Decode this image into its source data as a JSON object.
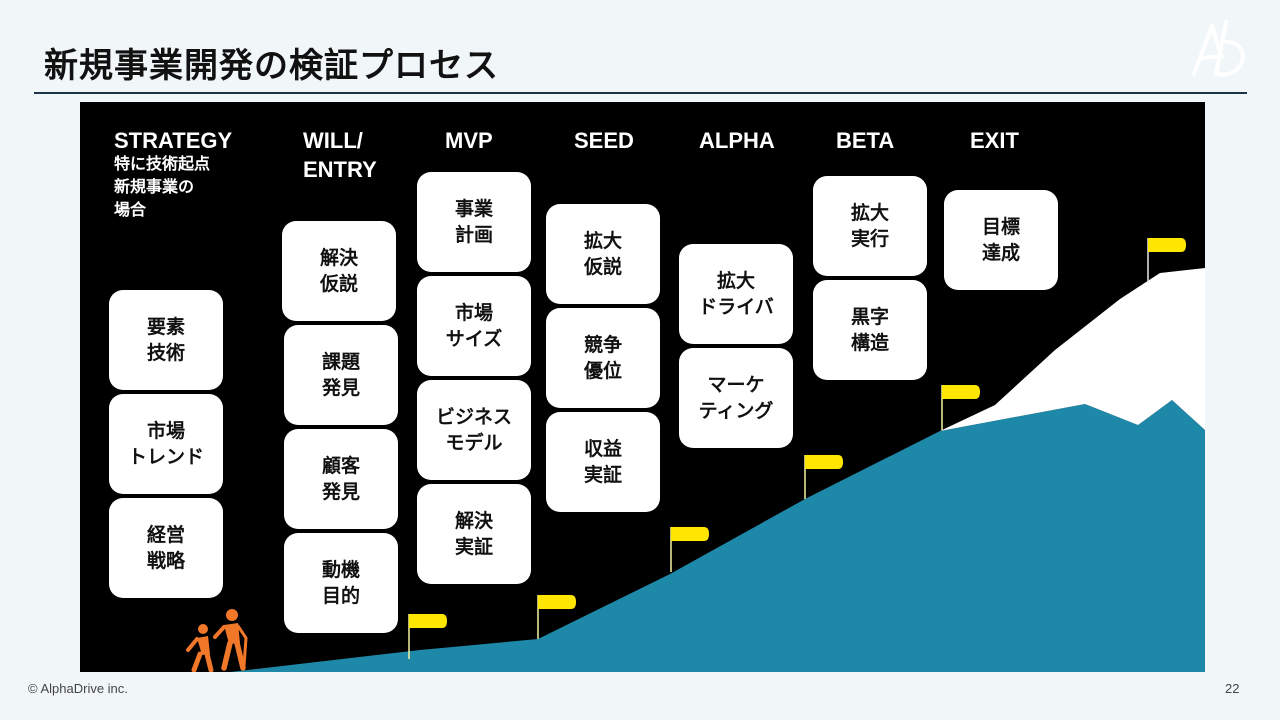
{
  "slide": {
    "title": "新規事業開発の検証プロセス",
    "footer": "© AlphaDrive inc.",
    "page_number": "22"
  },
  "colors": {
    "background": "#f1f6f8",
    "panel": "#000000",
    "mountain": "#1e88a8",
    "snow": "#ffffff",
    "flag": "#ffe600",
    "hikers": "#f07828"
  },
  "icons": {
    "logo": "alphadrive-logo-icon",
    "flag": "flag-icon",
    "hikers": "hikers-icon"
  },
  "stages": [
    {
      "label": "STRATEGY",
      "subtitle": "特に技術起点\n新規事業の\n場合",
      "cards": [
        "要素\n技術",
        "市場\nトレンド",
        "経営\n戦略"
      ]
    },
    {
      "label": "WILL/\nENTRY",
      "cards": [
        "解決\n仮説",
        "課題\n発見",
        "顧客\n発見",
        "動機\n目的"
      ]
    },
    {
      "label": "MVP",
      "cards": [
        "事業\n計画",
        "市場\nサイズ",
        "ビジネス\nモデル",
        "解決\n実証"
      ]
    },
    {
      "label": "SEED",
      "cards": [
        "拡大\n仮説",
        "競争\n優位",
        "収益\n実証"
      ]
    },
    {
      "label": "ALPHA",
      "cards": [
        "拡大\nドライバ",
        "マーケ\nティング"
      ]
    },
    {
      "label": "BETA",
      "cards": [
        "拡大\n実行",
        "黒字\n構造"
      ]
    },
    {
      "label": "EXIT",
      "cards": [
        "目標\n達成"
      ]
    }
  ]
}
